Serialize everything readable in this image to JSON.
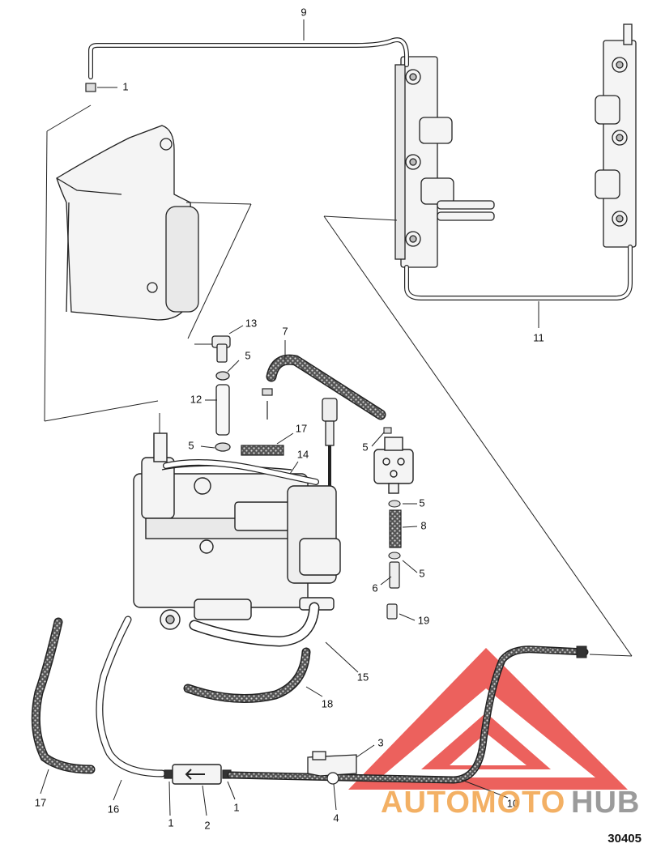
{
  "diagram": {
    "reference_number": "30405",
    "callouts": [
      "9",
      "1",
      "13",
      "5",
      "7",
      "12",
      "17",
      "5",
      "14",
      "5",
      "5",
      "8",
      "5",
      "6",
      "19",
      "15",
      "18",
      "3",
      "17",
      "16",
      "1",
      "2",
      "1",
      "4",
      "10",
      "11"
    ]
  },
  "watermark": {
    "text_orange": "AUTOMOTO",
    "text_gray": "HUB",
    "color_red": "#e83a35",
    "color_orange": "#f2a34a",
    "color_gray": "#8a8a8a"
  },
  "colors": {
    "line": "#222222",
    "hose_fill": "#7a7a7a",
    "part_fill": "#f4f4f4"
  }
}
